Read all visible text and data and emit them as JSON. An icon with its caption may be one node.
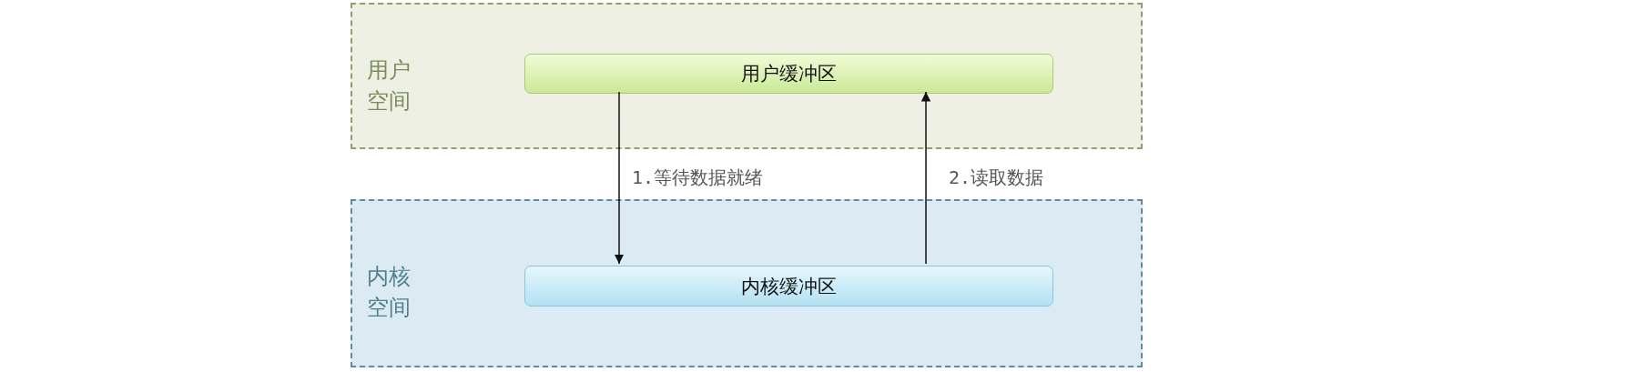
{
  "diagram": {
    "nodes": [
      {
        "text": [
          "用户空间"
        ]
      },
      {
        "text": [
          "用户缓冲区"
        ],
        "in": 0
      },
      {
        "text": [
          "内核空间"
        ]
      },
      {
        "text": [
          "内核缓冲区"
        ],
        "in": 2
      }
    ],
    "edges": [
      {
        "from": 1,
        "to": 3,
        "arrow": "to",
        "label": "1.等待数据就绪"
      },
      {
        "from": 3,
        "to": 1,
        "arrow": "to",
        "label": "2.读取数据"
      }
    ]
  }
}
